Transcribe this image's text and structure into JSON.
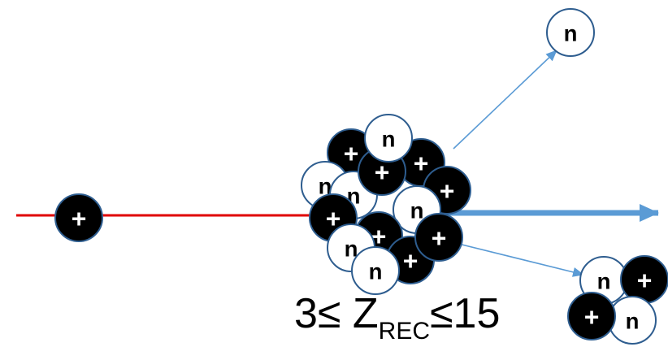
{
  "labels": {
    "proton": "+",
    "neutron": "n"
  },
  "caption": {
    "left": "3≤ Z",
    "subscript": "REC",
    "right": "≤15"
  },
  "colors": {
    "proton_fill": "#000000",
    "neutron_fill": "#ffffff",
    "particle_stroke": "#2e5d8f",
    "incoming_arrow": "#e00000",
    "outgoing_arrow": "#5b9bd5"
  }
}
